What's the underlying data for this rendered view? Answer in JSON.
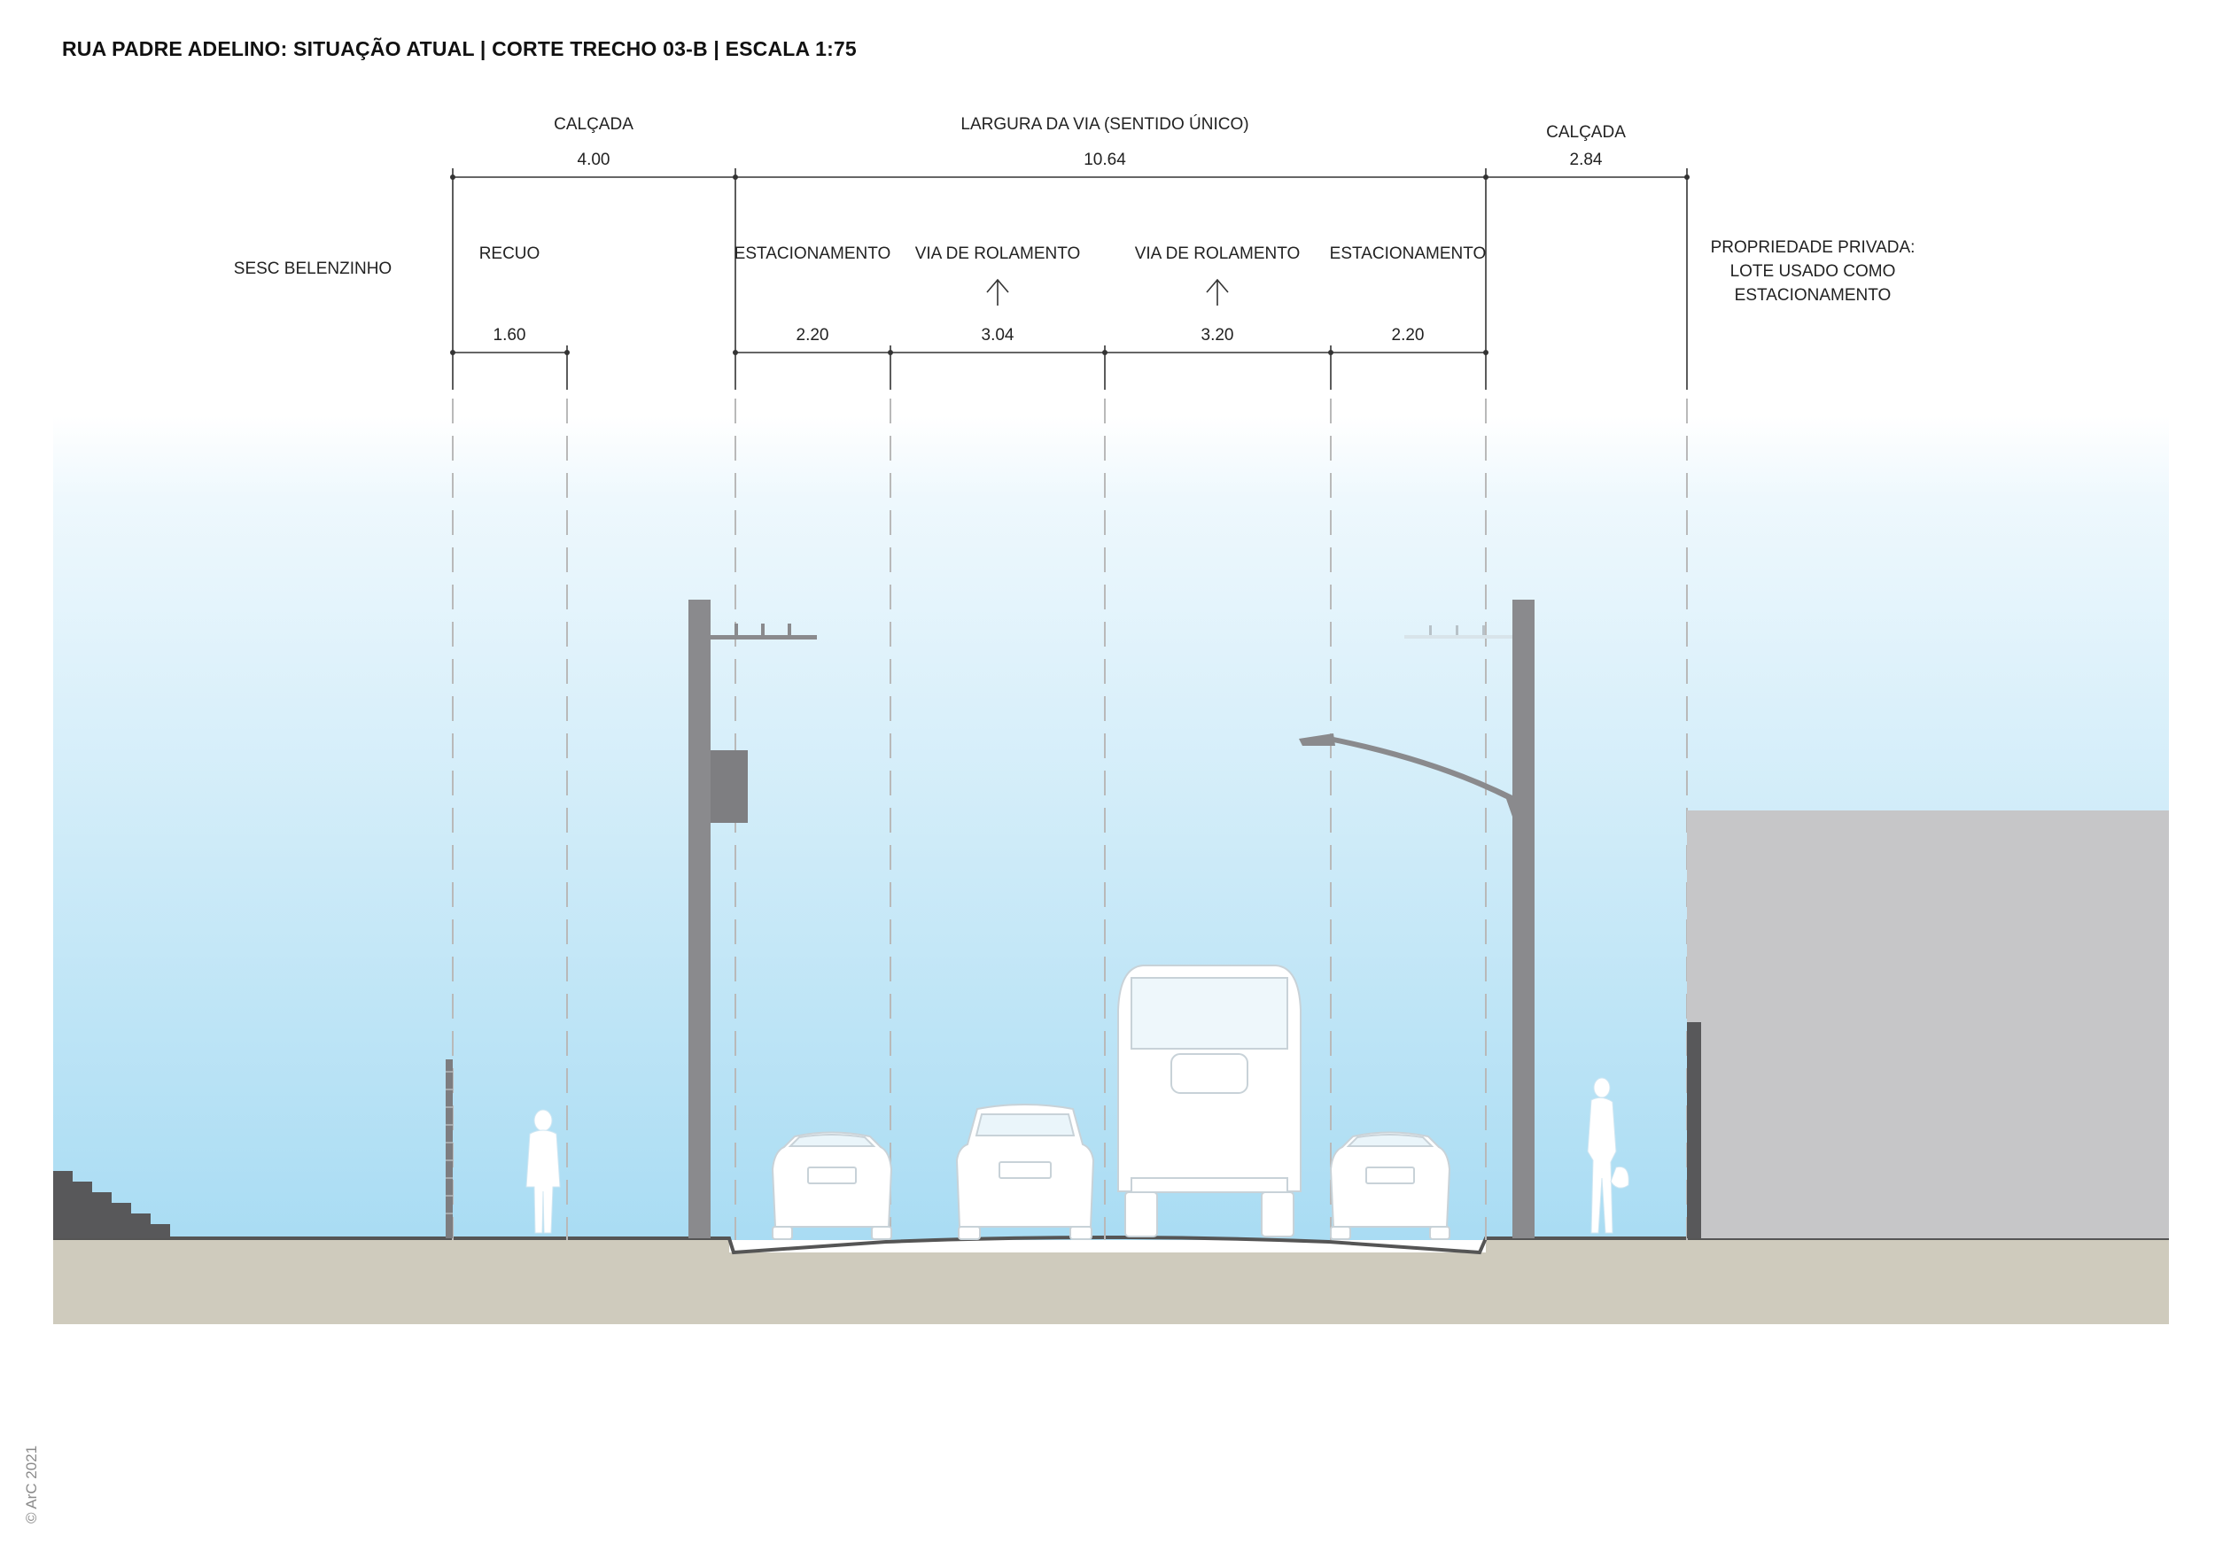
{
  "title": "RUA PADRE ADELINO: SITUAÇÃO ATUAL | CORTE TRECHO 03-B | ESCALA 1:75",
  "copyright": "© ArC 2021",
  "colors": {
    "sky_top": "#ffffff",
    "sky_bottom": "#a9dcf3",
    "ground": "#cfcbbd",
    "structure": "#8a8a8d",
    "building": "#c6c6c8",
    "stairs": "#58585a",
    "dimension_line": "#333333",
    "guide_line": "#b9b9b9"
  },
  "top_dimensions": [
    {
      "label": "CALÇADA",
      "value": "4.00"
    },
    {
      "label": "LARGURA DA VIA (SENTIDO ÚNICO)",
      "value": "10.64"
    },
    {
      "label": "CALÇADA",
      "value": "2.84"
    }
  ],
  "side_labels": {
    "left": "SESC BELENZINHO",
    "right": "PROPRIEDADE PRIVADA:\nLOTE USADO COMO\nESTACIONAMENTO"
  },
  "zones": [
    {
      "label": "RECUO",
      "value": "1.60"
    },
    {
      "label": "ESTACIONAMENTO",
      "value": "2.20"
    },
    {
      "label": "VIA DE ROLAMENTO",
      "value": "3.04",
      "arrow": "up-arrow-icon"
    },
    {
      "label": "VIA DE ROLAMENTO",
      "value": "3.20",
      "arrow": "up-arrow-icon"
    },
    {
      "label": "ESTACIONAMENTO",
      "value": "2.20"
    }
  ]
}
